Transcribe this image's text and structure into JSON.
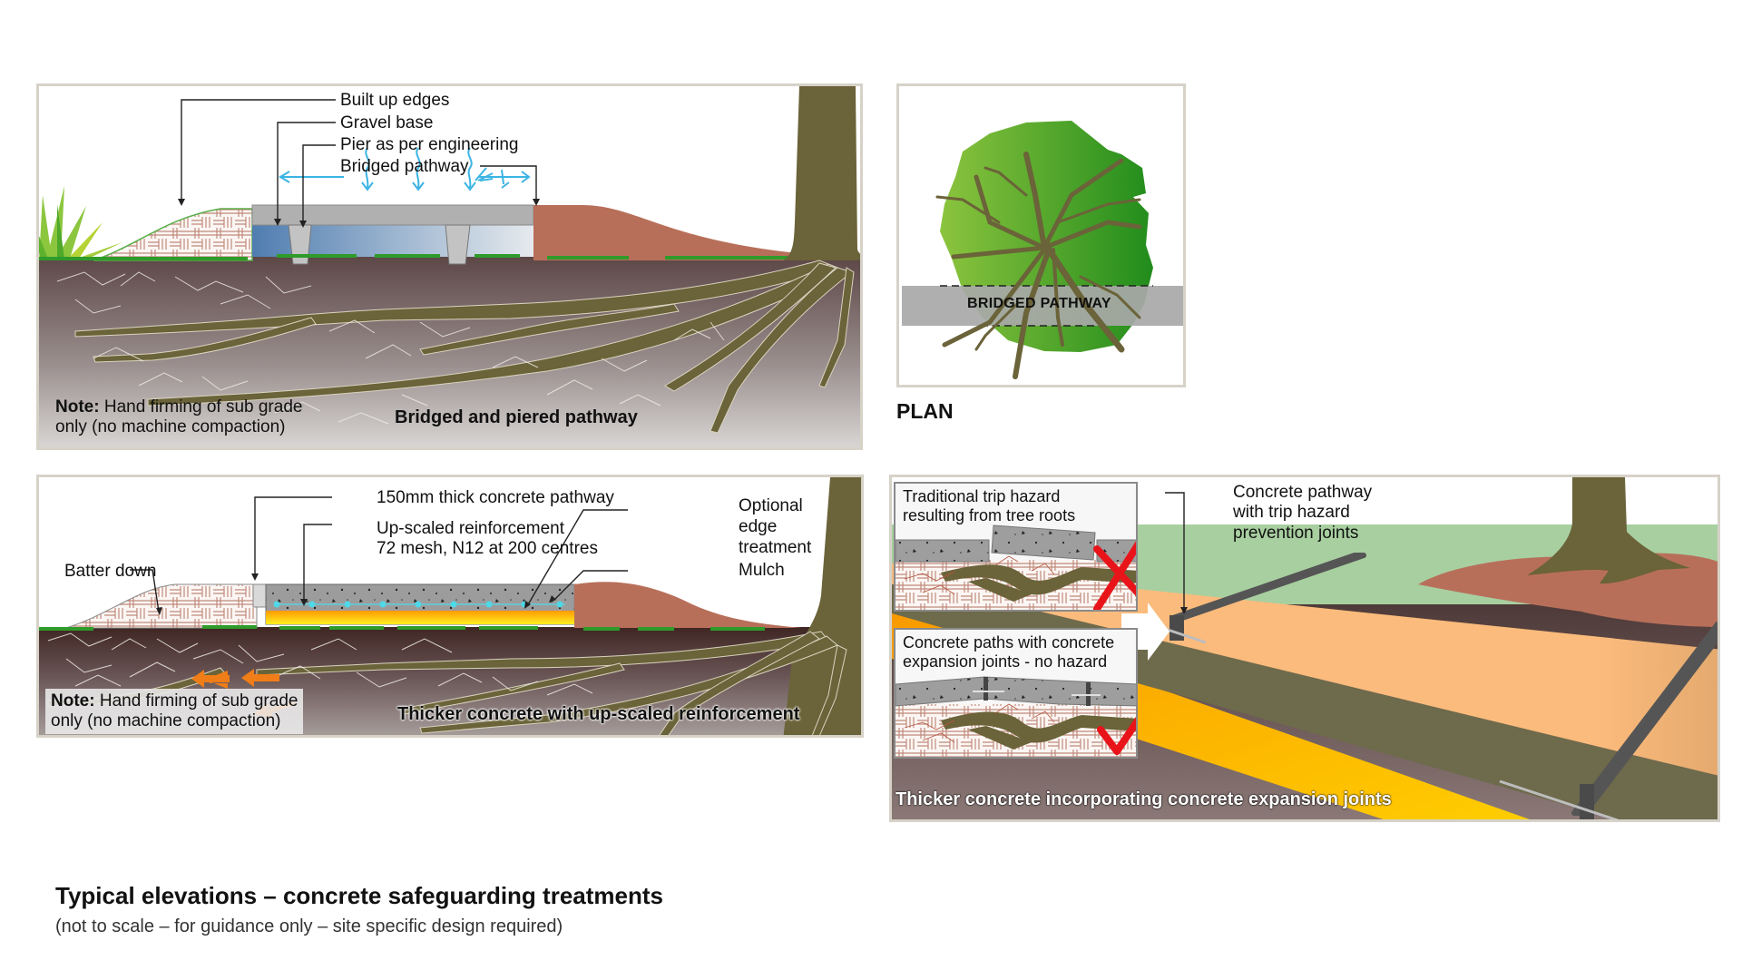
{
  "figure": {
    "title": "Typical elevations – concrete safeguarding treatments",
    "subtitle": "(not to scale – for guidance only – site specific design required)"
  },
  "panel_bridged": {
    "labels": [
      "Built up edges",
      "Gravel base",
      "Pier as per engineering",
      "Bridged pathway"
    ],
    "note_bold": "Note:",
    "note_line1": " Hand firming of sub grade",
    "note_line2": "only (no machine compaction)",
    "caption": "Bridged and piered pathway"
  },
  "panel_plan": {
    "path_label": "BRIDGED PATHWAY",
    "heading": "PLAN"
  },
  "panel_thicker": {
    "label_concrete": "150mm thick concrete pathway",
    "label_reinf_1": "Up-scaled reinforcement",
    "label_reinf_2": "72 mesh, N12 at 200 centres",
    "label_batter": "Batter down",
    "label_edge_1": "Optional",
    "label_edge_2": "edge",
    "label_edge_3": "treatment",
    "label_mulch": "Mulch",
    "note_bold": "Note:",
    "note_line1": " Hand firming of sub grade",
    "note_line2": "only (no machine compaction)",
    "caption": "Thicker concrete with up-scaled reinforcement"
  },
  "panel_joints": {
    "inset_hazard_1": "Traditional trip hazard",
    "inset_hazard_2": "resulting from tree roots",
    "inset_hazard_mark": "cross-icon",
    "inset_ok_1": "Concrete paths with concrete",
    "inset_ok_2": "expansion joints - no hazard",
    "inset_ok_mark": "check-icon",
    "label_1": "Concrete pathway",
    "label_2": "with trip hazard",
    "label_3": "prevention joints",
    "caption": "Thicker concrete incorporating concrete expansion joints"
  },
  "colors": {
    "soil_dark": "#5a4645",
    "soil_light": "#c9c5c3",
    "root": "#6b6339",
    "mulch": "#b86f5a",
    "grass": "#2e9b2a",
    "concrete": "#a9a9a9",
    "path_slab": "#fbbb7c",
    "lawn": "#a8cfa0",
    "yellow_layer": "#ffc000",
    "water_arrow": "#3bb4e4",
    "hazard_red": "#e8141a",
    "orange_arrow": "#f07d17",
    "panel_border": "#d6d2c8"
  }
}
